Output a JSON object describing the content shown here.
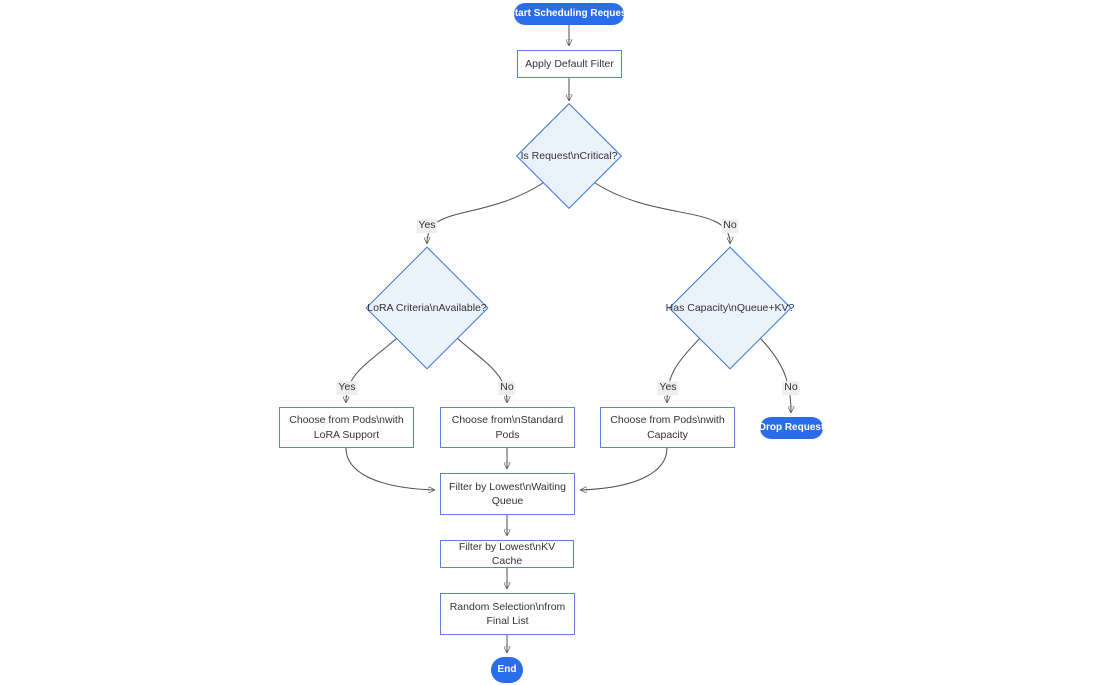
{
  "diagram": {
    "type": "flowchart",
    "direction": "top-down",
    "nodes": {
      "start": {
        "label": "Start Scheduling Request",
        "shape": "stadium"
      },
      "apply_filter": {
        "label": "Apply Default Filter",
        "shape": "rect"
      },
      "is_critical": {
        "label": "Is Request\\nCritical?",
        "shape": "diamond"
      },
      "lora_criteria": {
        "label": "LoRA Criteria\\nAvailable?",
        "shape": "diamond"
      },
      "has_capacity": {
        "label": "Has Capacity\\nQueue+KV?",
        "shape": "diamond"
      },
      "choose_lora": {
        "label": "Choose from Pods\\nwith\nLoRA Support",
        "shape": "rect"
      },
      "choose_standard": {
        "label": "Choose from\\nStandard\nPods",
        "shape": "rect"
      },
      "choose_capacity": {
        "label": "Choose from Pods\\nwith\nCapacity",
        "shape": "rect"
      },
      "drop_request": {
        "label": "Drop Request",
        "shape": "stadium"
      },
      "filter_queue": {
        "label": "Filter by Lowest\\nWaiting\nQueue",
        "shape": "rect"
      },
      "filter_kv": {
        "label": "Filter by Lowest\\nKV Cache",
        "shape": "rect"
      },
      "random_selection": {
        "label": "Random Selection\\nfrom\nFinal List",
        "shape": "rect"
      },
      "end": {
        "label": "End",
        "shape": "stadium"
      }
    },
    "edge_labels": {
      "critical_yes": "Yes",
      "critical_no": "No",
      "lora_yes": "Yes",
      "lora_no": "No",
      "capacity_yes": "Yes",
      "capacity_no": "No"
    },
    "edges": [
      {
        "from": "start",
        "to": "apply_filter",
        "label": ""
      },
      {
        "from": "apply_filter",
        "to": "is_critical",
        "label": ""
      },
      {
        "from": "is_critical",
        "to": "lora_criteria",
        "label": "Yes"
      },
      {
        "from": "is_critical",
        "to": "has_capacity",
        "label": "No"
      },
      {
        "from": "lora_criteria",
        "to": "choose_lora",
        "label": "Yes"
      },
      {
        "from": "lora_criteria",
        "to": "choose_standard",
        "label": "No"
      },
      {
        "from": "has_capacity",
        "to": "choose_capacity",
        "label": "Yes"
      },
      {
        "from": "has_capacity",
        "to": "drop_request",
        "label": "No"
      },
      {
        "from": "choose_lora",
        "to": "filter_queue",
        "label": ""
      },
      {
        "from": "choose_standard",
        "to": "filter_queue",
        "label": ""
      },
      {
        "from": "choose_capacity",
        "to": "filter_queue",
        "label": ""
      },
      {
        "from": "filter_queue",
        "to": "filter_kv",
        "label": ""
      },
      {
        "from": "filter_kv",
        "to": "random_selection",
        "label": ""
      },
      {
        "from": "random_selection",
        "to": "end",
        "label": ""
      }
    ],
    "colors": {
      "terminal_fill": "#2b6ce8",
      "terminal_text": "#ffffff",
      "process_fill": "#ffffff",
      "process_border": "#5b84d8",
      "decision_fill": "#eaf2fc",
      "decision_border": "#3573e8",
      "edge_stroke": "#4d4d4d",
      "edge_label_bg": "#eeeeee",
      "text": "#333333"
    }
  }
}
